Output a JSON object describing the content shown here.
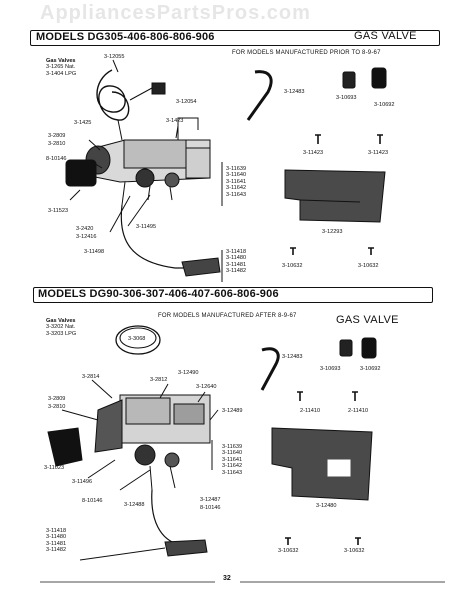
{
  "watermark": "AppliancesPartsPros.com",
  "top": {
    "banner_title": "MODELS DG305-406-806-806-906",
    "section_title": "GAS VALVE",
    "note": "FOR MODELS MANUFACTURED PRIOR TO 8-9-67",
    "gas_valves_heading": "Gas Valves",
    "gas_valves": [
      "3-1265 Nat.",
      "3-1404 LPG"
    ],
    "labels": {
      "l12055": "3-12055",
      "l12054": "3-12054",
      "l12483": "3-12483",
      "l10693": "3-10693",
      "l10692": "3-10692",
      "l1425": "3-1425",
      "l1423": "3-1423",
      "l2809": "3-2809",
      "l2810": "3-2810",
      "l10146": "8-10146",
      "l11423a": "3-11423",
      "l11423b": "3-11423",
      "l11523": "3-11523",
      "l2420": "3-2420",
      "l12416": "3-12416",
      "l11495": "3-11495",
      "l11498": "3-11498",
      "l12293": "3-12293",
      "l10632a": "3-10632",
      "l10632b": "3-10632"
    },
    "stack_valve": [
      "3-11639",
      "3-11640",
      "3-11641",
      "3-11642",
      "3-11643"
    ],
    "stack_pilot": [
      "3-11418",
      "3-11480",
      "3-11481",
      "3-11482"
    ]
  },
  "bottom": {
    "banner_title": "MODELS DG90-306-307-406-407-606-806-906",
    "section_title": "GAS VALVE",
    "note": "FOR MODELS MANUFACTURED AFTER 8-9-67",
    "gas_valves_heading": "Gas Valves",
    "gas_valves": [
      "3-3202 Nat.",
      "3-3203 LPG"
    ],
    "labels": {
      "l3068": "3-3068",
      "l12483": "3-12483",
      "l10693": "3-10693",
      "l10692": "3-10692",
      "l2814": "3-2814",
      "l2812": "3-2812",
      "l12490": "3-12490",
      "l12640": "3-12640",
      "l2809": "3-2809",
      "l2810": "3-2810",
      "l12489": "3-12489",
      "l11410a": "2-11410",
      "l11410b": "2-11410",
      "l11023": "3-11023",
      "l11496": "3-11496",
      "l10146": "8-10146",
      "l12488": "3-12488",
      "l12487": "3-12487",
      "l10146b": "8-10146",
      "l12480": "3-12480",
      "l10632a": "3-10632",
      "l10632b": "3-10632"
    },
    "stack_valve": [
      "3-11639",
      "3-11640",
      "3-11641",
      "3-11642",
      "3-11643"
    ],
    "stack_pilot": [
      "3-11418",
      "3-11480",
      "3-11481",
      "3-11482"
    ]
  },
  "page_number": "32"
}
